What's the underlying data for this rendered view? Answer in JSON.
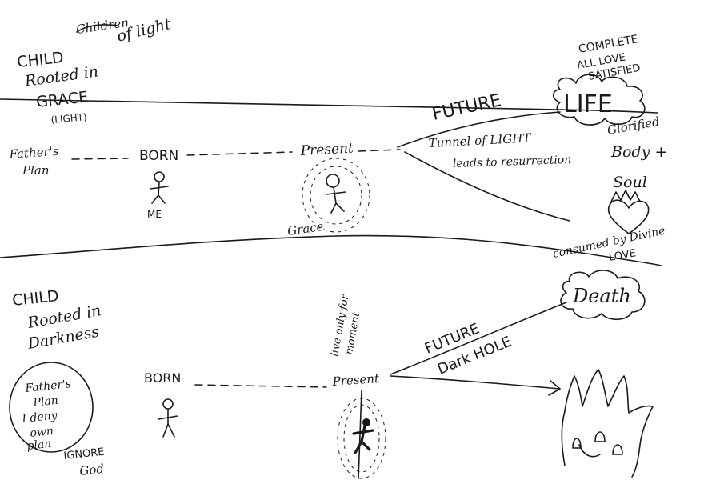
{
  "top": {
    "title_line1": "CHILD",
    "title_line2": "Rooted in",
    "title_line3": "GRACE",
    "title_line4": "(LIGHT)",
    "scribble_strike": "Children",
    "scribble": "of light",
    "fathers_plan_line1": "Father's",
    "fathers_plan_line2": "Plan",
    "born": "BORN",
    "me": "ME",
    "present": "Present",
    "grace": "Grace",
    "future": "FUTURE",
    "tunnel_line1": "Tunnel of LIGHT",
    "tunnel_line2": "leads to resurrection",
    "complete_line1": "COMPLETE",
    "complete_line2": "ALL LOVE",
    "complete_line3": "SATISFIED",
    "life": "LIFE",
    "glorified_line1": "Glorified",
    "glorified_line2": "Body +",
    "glorified_line3": "Soul",
    "consumed_line1": "consumed by Divine",
    "consumed_line2": "LOVE"
  },
  "bottom": {
    "title_line1": "CHILD",
    "title_line2": "Rooted in",
    "title_line3": "Darkness",
    "fathers_plan_line1": "Father's",
    "fathers_plan_line2": "Plan",
    "fathers_plan_line3": "I deny",
    "fathers_plan_line4": "own",
    "fathers_plan_line5": "plan",
    "ignore_line1": "IGNORE",
    "ignore_line2": "God",
    "born": "BORN",
    "present": "Present",
    "live_line1": "live only for",
    "live_line2": "moment",
    "future": "FUTURE",
    "dark_hole": "Dark HOLE",
    "death": "Death"
  }
}
